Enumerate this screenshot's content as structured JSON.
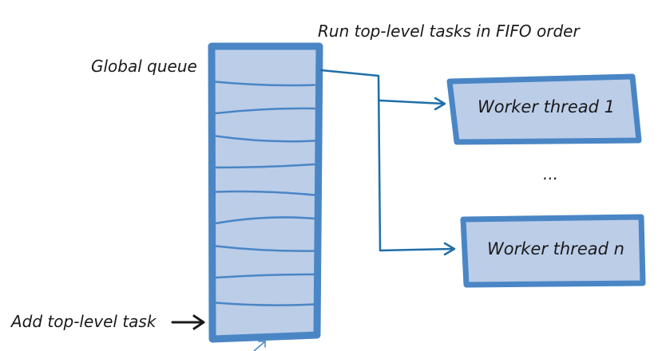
{
  "diagram": {
    "title": "Run top-level tasks in FIFO order",
    "queue_label": "Global queue",
    "add_label": "Add top-level task",
    "workers": [
      {
        "label": "Worker thread 1"
      },
      {
        "label": "Worker thread n"
      }
    ],
    "ellipsis": "...",
    "queue_slots": 10,
    "colors": {
      "outline": "#4a86c5",
      "fill": "#bccde8",
      "connector": "#1f6fa8",
      "ink": "#1a1a1a"
    }
  }
}
